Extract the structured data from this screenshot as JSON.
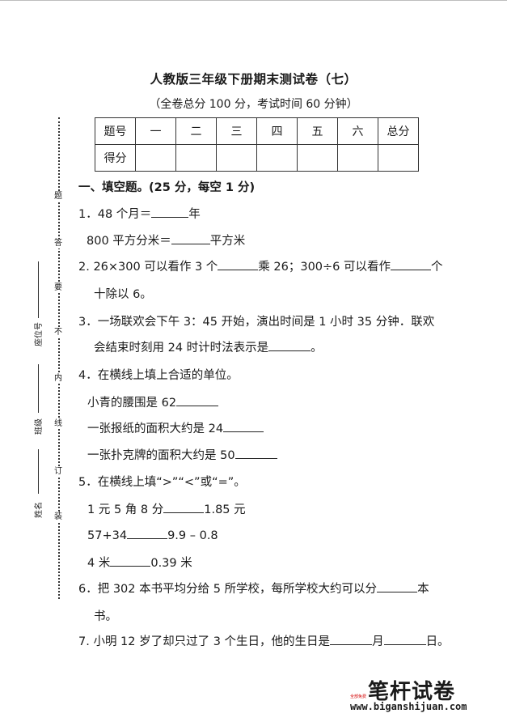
{
  "header": {
    "title": "人教版三年级下册期末测试卷（七）",
    "subtitle": "（全卷总分 100 分，考试时间 60 分钟）"
  },
  "score_table": {
    "row1": [
      "题号",
      "一",
      "二",
      "三",
      "四",
      "五",
      "六",
      "总分"
    ],
    "row2": [
      "得分",
      "",
      "",
      "",
      "",
      "",
      "",
      ""
    ]
  },
  "section1": {
    "heading": "一、填空题。(25 分，每空 1 分)"
  },
  "q1": {
    "a_pre": "1．48 个月＝",
    "a_post": "年",
    "b_pre": "800 平方分米＝",
    "b_post": "平方米"
  },
  "q2": {
    "pre": "2. 26×300 可以看作 3 个",
    "mid": "乘 26；300÷6 可以看作",
    "post": "个",
    "line2": "十除以 6。"
  },
  "q3": {
    "line1": "3．一场联欢会下午 3：45 开始，演出时间是 1 小时 35 分钟．联欢",
    "line2_pre": "会结束时刻用 24 时计时法表示是",
    "line2_post": "。"
  },
  "q4": {
    "stem": "4．在横线上填上合适的单位。",
    "a": "小青的腰围是 62",
    "b": "一张报纸的面积大约是 24",
    "c": "一张扑克牌的面积大约是 50"
  },
  "q5": {
    "stem": "5．在横线上填“>”“<”或“=”。",
    "a_left": "1 元 5 角 8 分",
    "a_right": "1.85 元",
    "b_left": "57+34",
    "b_right": "9.9 – 0.8",
    "c_left": "4 米",
    "c_right": "0.39 米"
  },
  "q6": {
    "pre": "6．把 302 本书平均分给 5 所学校，每所学校大约可以分",
    "post": "本",
    "line2": "书。"
  },
  "q7": {
    "pre": "7. 小明 12 岁了却只过了 3 个生日，他的生日是",
    "mid": "月",
    "post": "日。"
  },
  "sidebar": {
    "dotted_chars": [
      "题",
      "答",
      "要",
      "不",
      "内",
      "线",
      "订",
      "装"
    ],
    "labels": [
      "座位号",
      "班级",
      "姓名"
    ]
  },
  "brand": {
    "name": "笔杆试卷",
    "url": "www.biganshijuan.com",
    "badge": "全部免费"
  }
}
